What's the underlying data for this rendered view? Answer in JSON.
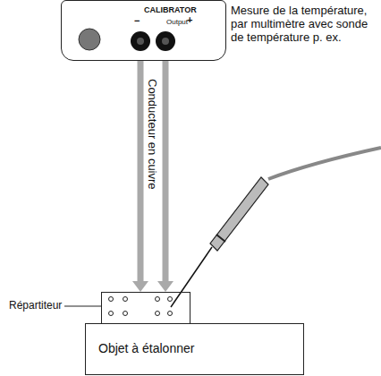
{
  "diagram": {
    "nodes": [
      {
        "text": [
          "CALIBRATOR",
          "−",
          "Output",
          "+"
        ]
      },
      {
        "text": [
          "Répartiteur"
        ]
      },
      {
        "text": [
          "Objet à étalonner"
        ]
      }
    ],
    "edges": [
      {
        "from": 0,
        "to": 1,
        "arrow": "to"
      },
      {
        "from": 0,
        "to": 1,
        "arrow": "to"
      }
    ],
    "labels": [
      "Conducteur en cuivre",
      "Mesure de la température, par multimètre avec sonde de température p. ex."
    ]
  }
}
